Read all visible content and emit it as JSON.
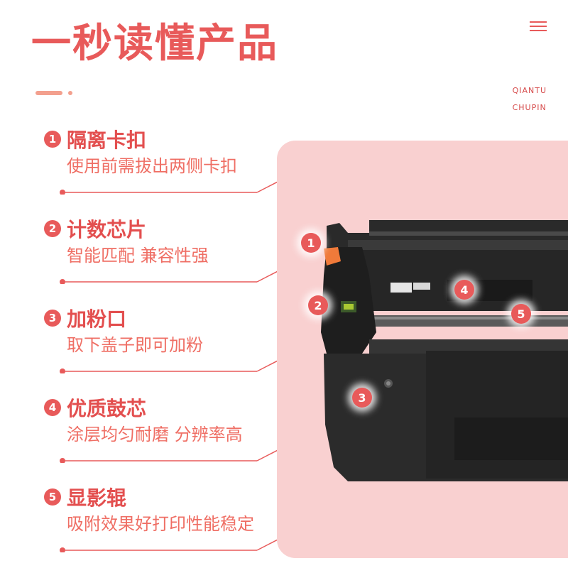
{
  "title": "一秒读懂产品",
  "brand": {
    "line1": "QIANTU",
    "line2": "CHUPIN"
  },
  "features": [
    {
      "num": "1",
      "title": "隔离卡扣",
      "desc": "使用前需拔出两侧卡扣"
    },
    {
      "num": "2",
      "title": "计数芯片",
      "desc": "智能匹配 兼容性强"
    },
    {
      "num": "3",
      "title": "加粉口",
      "desc": "取下盖子即可加粉"
    },
    {
      "num": "4",
      "title": "优质鼓芯",
      "desc": "涂层均匀耐磨 分辨率高"
    },
    {
      "num": "5",
      "title": "显影辊",
      "desc": "吸附效果好打印性能稳定"
    }
  ],
  "markers": [
    "1",
    "2",
    "3",
    "4",
    "5"
  ],
  "colors": {
    "accent": "#e85a5a",
    "panel": "#f9d0d0",
    "product": "#2b2b2b"
  },
  "icons": {
    "menu": "hamburger-menu-icon"
  }
}
